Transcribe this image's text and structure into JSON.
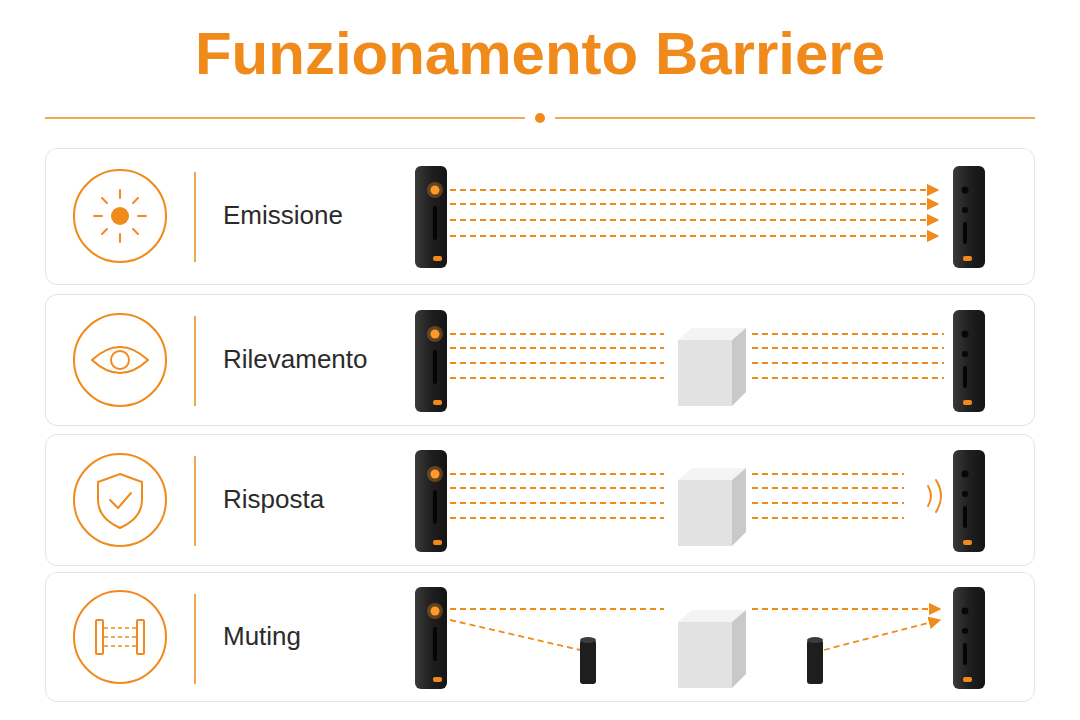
{
  "diagram": {
    "title": "Funzionamento Barriere",
    "nodes": [
      {
        "text": [
          "Emissione"
        ]
      },
      {
        "text": [
          "Rilevamento"
        ]
      },
      {
        "text": [
          "Risposta"
        ]
      },
      {
        "text": [
          "Muting"
        ]
      }
    ]
  }
}
